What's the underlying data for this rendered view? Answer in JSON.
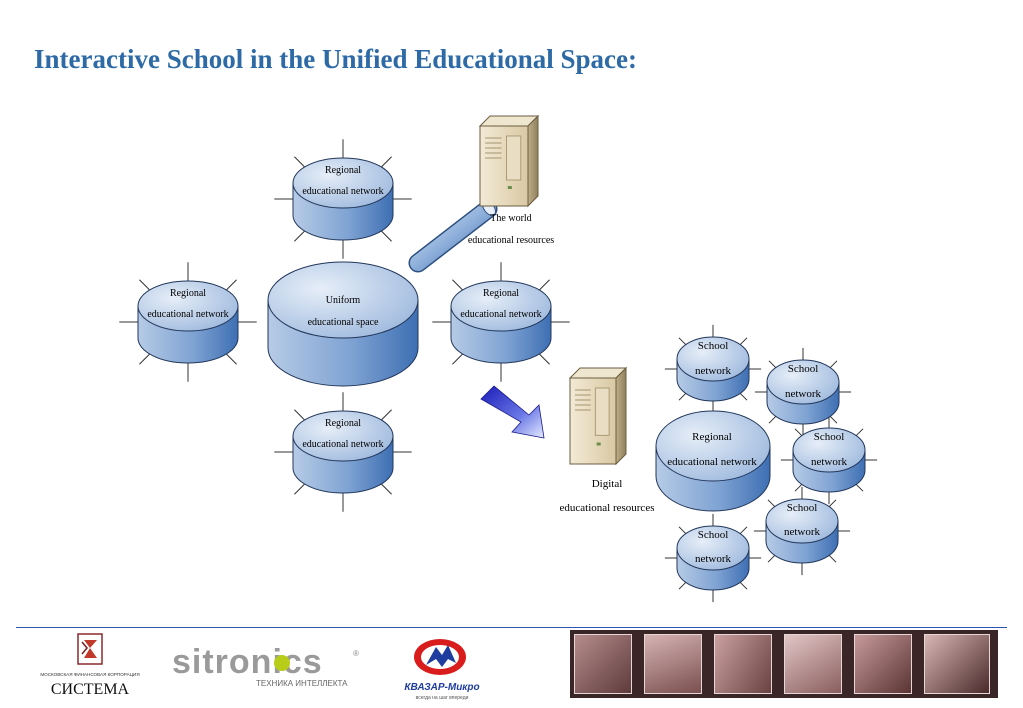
{
  "title": "Interactive School in the Unified Educational Space:",
  "diagram": {
    "center": [
      "Uniform",
      "educational space"
    ],
    "regional_top": [
      "Regional",
      "educational network"
    ],
    "regional_left": [
      "Regional",
      "educational network"
    ],
    "regional_right": [
      "Regional",
      "educational network"
    ],
    "regional_bottom": [
      "Regional",
      "educational network"
    ],
    "world_resources": [
      "The world",
      "educational resources"
    ],
    "regional_hub": [
      "Regional",
      "educational network"
    ],
    "digital_resources": [
      "Digital",
      "educational resources"
    ],
    "school_label": [
      "School",
      "network"
    ]
  },
  "footer": {
    "sistema_small": "МОСКОВСКАЯ ФИНАНСОВАЯ КОРПОРАЦИЯ",
    "sistema": "СИСТЕМА",
    "sitronics": "sitronics",
    "sitronics_tagline": "ТЕХНИКА ИНТЕЛЛЕКТА",
    "kvazar": "КВАЗАР-Микро",
    "kvazar_tagline": "всегда на шаг впереди"
  },
  "colors": {
    "title": "#2d6aa6",
    "disk_top": "#c7d8ee",
    "disk_side": "#4f7fbf",
    "rule": "#2d55b0"
  }
}
